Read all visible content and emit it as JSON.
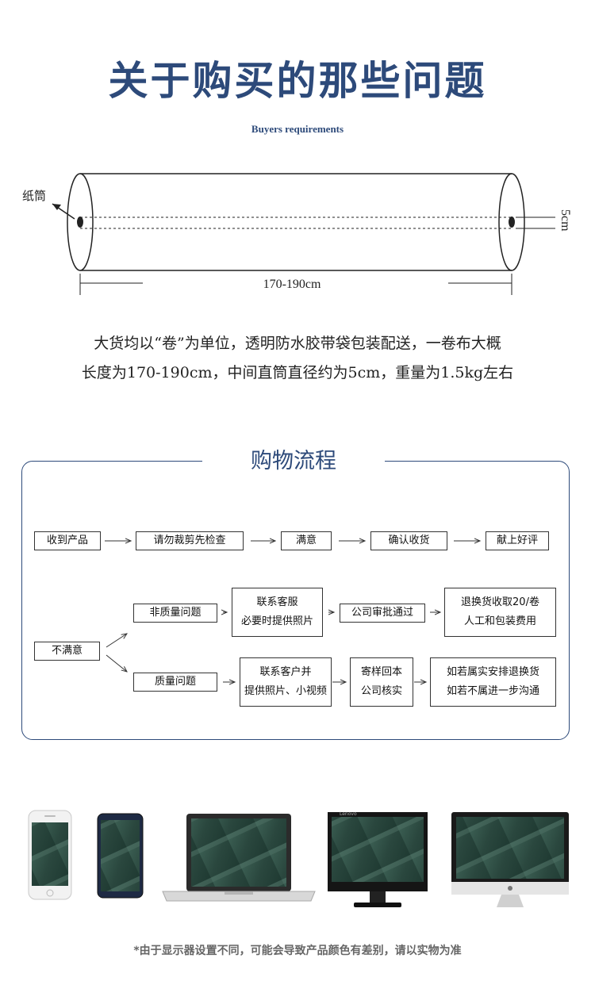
{
  "header": {
    "title": "关于购买的那些问题",
    "subtitle": "Buyers requirements"
  },
  "roll": {
    "tube_label": "纸筒",
    "length_label": "170-190cm",
    "diameter_label": "5cm"
  },
  "description": {
    "line1": "大货均以“卷”为单位，透明防水胶带袋包装配送，一卷布大概",
    "line2": "长度为170-190cm，中间直筒直径约为5cm，重量为1.5kg左右"
  },
  "flow": {
    "title": "购物流程",
    "main_steps": [
      "收到产品",
      "请勿裁剪先检查",
      "满意",
      "确认收货",
      "献上好评"
    ],
    "unsatisfied": "不满意",
    "non_quality": {
      "label": "非质量问题",
      "step1": [
        "联系客服",
        "必要时提供照片"
      ],
      "step2": "公司审批通过",
      "step3": [
        "退换货收取20/卷",
        "人工和包装费用"
      ]
    },
    "quality": {
      "label": "质量问题",
      "step1": [
        "联系客户并",
        "提供照片、小视频"
      ],
      "step2": [
        "寄样回本",
        "公司核实"
      ],
      "step3": [
        "如若属实安排退换货",
        "如若不属进一步沟通"
      ]
    }
  },
  "devices": {
    "items": [
      "phone",
      "phone-dark",
      "laptop",
      "monitor",
      "desktop"
    ],
    "fabric_color": "#2f4f45",
    "monitor_brand": "Lenovo"
  },
  "footnote": "*由于显示器设置不同，可能会导致产品颜色有差别，请以实物为准"
}
